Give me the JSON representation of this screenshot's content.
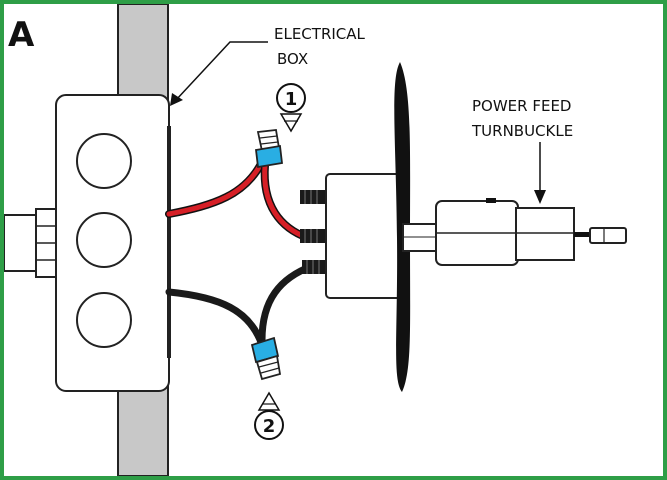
{
  "panel_letter": "A",
  "labels": {
    "electrical_box_line1": "ELECTRICAL",
    "electrical_box_line2": "BOX",
    "power_feed_line1": "POWER FEED",
    "power_feed_line2": "TURNBUCKLE"
  },
  "callouts": {
    "upper": "1",
    "lower": "2"
  },
  "colors": {
    "frame_border": "#2e9e47",
    "red_wire": "#d61f26",
    "black_wire": "#1a1a1a",
    "wire_nut": "#29aee3",
    "pipe_fill": "#c8c8c8"
  },
  "icons": [
    "electrical-box-icon",
    "wire-nut-icon",
    "turnbuckle-icon"
  ]
}
